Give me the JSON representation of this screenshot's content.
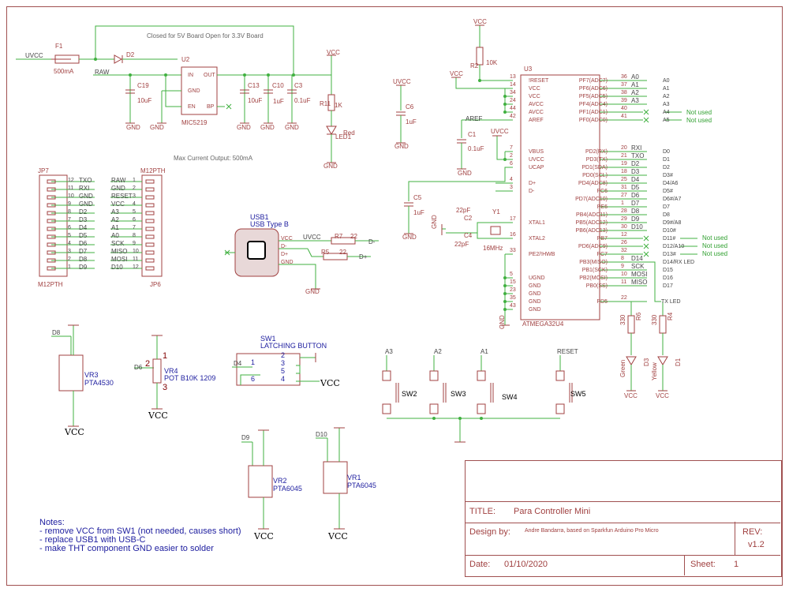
{
  "colors": {
    "wire": "#40b040",
    "part": "#a04040",
    "frame": "#a05050",
    "note": "#2020a0",
    "net": "#444444"
  },
  "top": {
    "uvcc_in": "UVCC",
    "fuse_ref": "F1",
    "fuse_val": "500mA",
    "diode_ref": "D2",
    "raw": "RAW",
    "jumper_text": "Closed for 5V Board Open for 3.3V Board",
    "reg_ref": "U2",
    "reg_val": "MIC5219",
    "reg_pin_in": "IN",
    "reg_pin_out": "OUT",
    "reg_pin_gnd": "GND",
    "reg_pin_en": "EN",
    "reg_pin_bp": "BP",
    "max_current": "Max Current Output: 500mA",
    "c19": "C19",
    "c19v": "10uF",
    "c13": "C13",
    "c13v": "10uF",
    "c10": "C10",
    "c10v": "1uF",
    "c3": "C3",
    "c3v": "0.1uF",
    "vcc": "VCC",
    "gnd": "GND",
    "r11": "R11",
    "r11v": "1K",
    "led1": "LED1",
    "led1v": "Red",
    "c6": "C6",
    "c6v": "1uF",
    "uvcc": "UVCC",
    "r2": "R2",
    "r2v": "10K",
    "aref": "AREF",
    "c1": "C1",
    "c1v": "0.1uF",
    "c5": "C5",
    "c5v": "1uF",
    "c2": "C2",
    "c2v": "22pF",
    "c4": "C4",
    "c4v": "22pF",
    "y1": "Y1",
    "y1v": "16MHz"
  },
  "mcu": {
    "ref": "U3",
    "val": "ATMEGA32U4",
    "left_pins": [
      {
        "num": "13",
        "name": "!RESET"
      },
      {
        "num": "14",
        "name": "VCC"
      },
      {
        "num": "34",
        "name": "VCC"
      },
      {
        "num": "24",
        "name": "AVCC"
      },
      {
        "num": "44",
        "name": "AVCC"
      },
      {
        "num": "42",
        "name": "AREF"
      },
      {
        "num": "7",
        "name": "VBUS"
      },
      {
        "num": "2",
        "name": "UVCC"
      },
      {
        "num": "6",
        "name": "UCAP"
      },
      {
        "num": "4",
        "name": "D+"
      },
      {
        "num": "3",
        "name": "D-"
      },
      {
        "num": "17",
        "name": "XTAL1"
      },
      {
        "num": "16",
        "name": "XTAL2"
      },
      {
        "num": "33",
        "name": "PE2/!HWB"
      },
      {
        "num": "5",
        "name": "UGND"
      },
      {
        "num": "15",
        "name": "GND"
      },
      {
        "num": "23",
        "name": "GND"
      },
      {
        "num": "35",
        "name": "GND"
      },
      {
        "num": "43",
        "name": "GND"
      }
    ],
    "right_pins": [
      {
        "num": "36",
        "name": "PF7(ADC7)",
        "net": "A0",
        "far": "A0"
      },
      {
        "num": "37",
        "name": "PF6(ADC6)",
        "net": "A1",
        "far": "A1"
      },
      {
        "num": "38",
        "name": "PF5(ADC5)",
        "net": "A2",
        "far": "A2"
      },
      {
        "num": "39",
        "name": "PF4(ADC4)",
        "net": "A3",
        "far": "A3"
      },
      {
        "num": "40",
        "name": "PF1(ADC1)",
        "net": "",
        "far": "A4"
      },
      {
        "num": "41",
        "name": "PF0(ADC0)",
        "net": "",
        "far": "A5"
      },
      {
        "num": "20",
        "name": "PD2(RX)",
        "net": "RXI",
        "far": "D0"
      },
      {
        "num": "21",
        "name": "PD3(TX)",
        "net": "TXO",
        "far": "D1"
      },
      {
        "num": "19",
        "name": "PD1(SDA)",
        "net": "D2",
        "far": "D2"
      },
      {
        "num": "18",
        "name": "PD0(SCL)",
        "net": "D3",
        "far": "D3#"
      },
      {
        "num": "25",
        "name": "PD4(ADC8)",
        "net": "D4",
        "far": "D4/A6"
      },
      {
        "num": "31",
        "name": "PC6",
        "net": "D5",
        "far": "D5#"
      },
      {
        "num": "27",
        "name": "PD7(ADC10)",
        "net": "D6",
        "far": "D6#/A7"
      },
      {
        "num": "1",
        "name": "PE6",
        "net": "D7",
        "far": "D7"
      },
      {
        "num": "28",
        "name": "PB4(ADC11)",
        "net": "D8",
        "far": "D8"
      },
      {
        "num": "29",
        "name": "PB5(ADC12)",
        "net": "D9",
        "far": "D9#/A8"
      },
      {
        "num": "30",
        "name": "PB6(ADC13)",
        "net": "D10",
        "far": "D10#"
      },
      {
        "num": "12",
        "name": "PB7",
        "net": "",
        "far": "D11#"
      },
      {
        "num": "26",
        "name": "PD6(ADC9)",
        "net": "",
        "far": "D12/A10"
      },
      {
        "num": "32",
        "name": "PC7",
        "net": "",
        "far": "D13#"
      },
      {
        "num": "8",
        "name": "PB3(MISO)",
        "net": "D14",
        "far": "D14/RX LED"
      },
      {
        "num": "9",
        "name": "PB1(SCK)",
        "net": "SCK",
        "far": "D15"
      },
      {
        "num": "10",
        "name": "PB2(MOSI)",
        "net": "MOSI",
        "far": "D16"
      },
      {
        "num": "11",
        "name": "PB0(SS)",
        "net": "MISO",
        "far": "D17"
      },
      {
        "num": "22",
        "name": "PD5",
        "net": "",
        "far": "TX LED"
      }
    ],
    "not_used": [
      "Not used",
      "Not used",
      "Not used",
      "Not used",
      "Not used"
    ]
  },
  "headers": {
    "jp7": "JP7",
    "jp7v": "M12PTH",
    "jp6": "JP6",
    "jp6v": "M12PTH",
    "rows": [
      {
        "ln": "12",
        "lnet": "TXO",
        "rnet": "RAW",
        "rn": "1"
      },
      {
        "ln": "11",
        "lnet": "RXI",
        "rnet": "GND",
        "rn": "2"
      },
      {
        "ln": "10",
        "lnet": "GND",
        "rnet": "RESET",
        "rn": "3"
      },
      {
        "ln": "9",
        "lnet": "GND",
        "rnet": "VCC",
        "rn": "4"
      },
      {
        "ln": "8",
        "lnet": "D2",
        "rnet": "A3",
        "rn": "5"
      },
      {
        "ln": "7",
        "lnet": "D3",
        "rnet": "A2",
        "rn": "6"
      },
      {
        "ln": "6",
        "lnet": "D4",
        "rnet": "A1",
        "rn": "7"
      },
      {
        "ln": "5",
        "lnet": "D5",
        "rnet": "A0",
        "rn": "8"
      },
      {
        "ln": "4",
        "lnet": "D6",
        "rnet": "SCK",
        "rn": "9"
      },
      {
        "ln": "3",
        "lnet": "D7",
        "rnet": "MISO",
        "rn": "10"
      },
      {
        "ln": "2",
        "lnet": "D8",
        "rnet": "MOSI",
        "rn": "11"
      },
      {
        "ln": "1",
        "lnet": "D9",
        "rnet": "D10",
        "rn": "12"
      }
    ]
  },
  "usb": {
    "ref": "USB1",
    "val": "USB Type B",
    "pins": [
      "VCC",
      "D-",
      "D+",
      "GND"
    ],
    "uvcc": "UVCC",
    "r7": "R7",
    "r7v": "22",
    "r5": "R5",
    "r5v": "22",
    "dminus": "D-",
    "dplus": "D+",
    "gnd": "GND"
  },
  "sw1": {
    "ref": "SW1",
    "val": "LATCHING BUTTON",
    "d4": "D4",
    "vcc": "VCC",
    "pins": [
      "1",
      "2",
      "3",
      "5",
      "6",
      "4"
    ]
  },
  "pots": [
    {
      "net": "D8",
      "ref": "VR3",
      "val": "PTA4530",
      "vcc": "VCC"
    },
    {
      "net": "D6",
      "ref": "VR4",
      "val": "POT B10K 1209",
      "vcc": "VCC",
      "p1": "1",
      "p2": "2",
      "p3": "3"
    },
    {
      "net": "D9",
      "ref": "VR2",
      "val": "PTA6045",
      "vcc": "VCC"
    },
    {
      "net": "D10",
      "ref": "VR1",
      "val": "PTA6045",
      "vcc": "VCC"
    }
  ],
  "buttons": [
    {
      "net": "A3",
      "ref": "SW2"
    },
    {
      "net": "A2",
      "ref": "SW3"
    },
    {
      "net": "A1",
      "ref": "SW4"
    },
    {
      "net": "RESET",
      "ref": "SW5"
    }
  ],
  "leds": {
    "r6": "R6",
    "r6v": "330",
    "r4": "R4",
    "r4v": "330",
    "d3": "D3",
    "d3v": "Green",
    "d1": "D1",
    "d1v": "Yellow",
    "vcc": "VCC"
  },
  "notes": {
    "title": "Notes:",
    "lines": [
      "- remove VCC from SW1 (not needed, causes short)",
      "- replace USB1 with USB-C",
      "- make THT component GND easier to solder"
    ]
  },
  "title_block": {
    "title_label": "TITLE:",
    "title": "Para Controller Mini",
    "design_label": "Design by:",
    "designer": "Andre Bandarra, based on Sparkfun Arduino Pro Micro",
    "rev_label": "REV:",
    "rev": "v1.2",
    "date_label": "Date:",
    "date": "01/10/2020",
    "sheet_label": "Sheet:",
    "sheet": "1"
  }
}
